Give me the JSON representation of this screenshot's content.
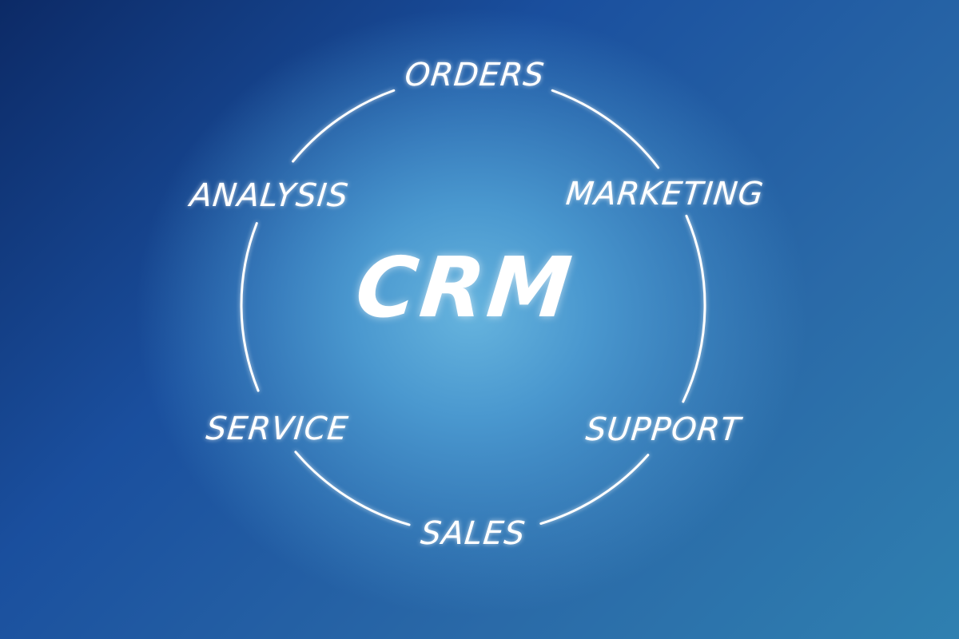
{
  "center": {
    "title": "CRM"
  },
  "labels": {
    "orders": "ORDERS",
    "marketing": "MARKETING",
    "support": "SUPPORT",
    "sales": "SALES",
    "service": "SERVICE",
    "analysis": "ANALYSIS"
  },
  "colors": {
    "line": "#ffffff",
    "text": "#ffffff"
  }
}
